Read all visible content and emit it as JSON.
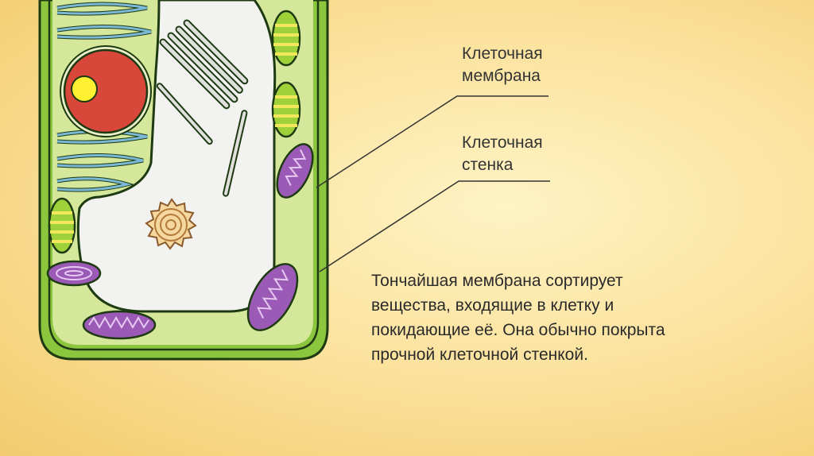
{
  "labels": {
    "membrane": {
      "line1": "Клеточная",
      "line2": "мембрана"
    },
    "wall": {
      "line1": "Клеточная",
      "line2": "стенка"
    }
  },
  "description": {
    "line1": "Тончайшая мембрана сортирует",
    "line2": "вещества, входящие в клетку и",
    "line3": "покидающие её. Она обычно покрыта",
    "line4": "прочной клеточной стенкой."
  },
  "colors": {
    "background": "#fbe3a0",
    "cell_wall": "#8cc63f",
    "cytoplasm": "#d4e79a",
    "vacuole": "#f2f2f0",
    "nucleus": "#d9463a",
    "nucleolus": "#fff033",
    "mitochondria": "#9a5ab5",
    "chloroplast": "#9fd13b",
    "er": "#7ab8d6"
  }
}
